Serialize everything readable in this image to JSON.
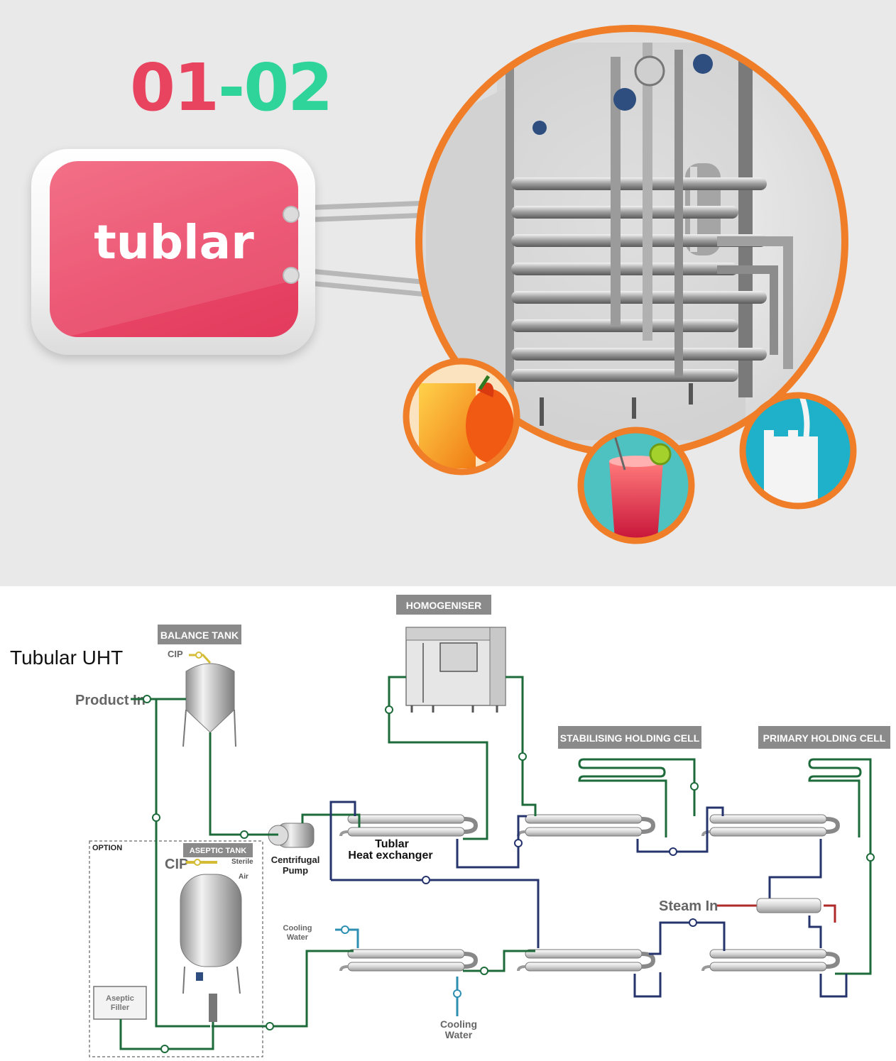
{
  "top": {
    "code_part1": "01",
    "code_sep": "-",
    "code_part2": "02",
    "tag_label": "tublar"
  },
  "diagram": {
    "title": "Tubular UHT",
    "product_in": "Product In",
    "balance_tank": "BALANCE TANK",
    "cip_small": "CIP",
    "homogeniser": "HOMOGENISER",
    "stabilising_holding_cell": "STABILISING HOLDING CELL",
    "primary_holding_cell": "PRIMARY HOLDING CELL",
    "option": "OPTION",
    "aseptic_tank": "ASEPTIC TANK",
    "cip_large": "CIP",
    "sterile": "Sterile",
    "air": "Air",
    "centrifugal_line1": "Centrifugal",
    "centrifugal_line2": "Pump",
    "tublar_line1": "Tublar",
    "tublar_line2": "Heat exchanger",
    "steam_in": "Steam In",
    "cooling_water_small_line1": "Cooling",
    "cooling_water_small_line2": "Water",
    "cooling_water_bottom_line1": "Cooling",
    "cooling_water_bottom_line2": "Water",
    "aseptic_filler_line1": "Aseptic",
    "aseptic_filler_line2": "Filler"
  },
  "colors": {
    "code_red": "#e8445f",
    "code_green": "#2fd49a",
    "tag_pink": "#ea4767",
    "ring_orange": "#f07d27",
    "product_line": "#1d6b3a",
    "service_line": "#26346e",
    "steam_line": "#b02a2a",
    "cooling_line": "#2e8fb3",
    "label_box": "#8a8a8a"
  }
}
